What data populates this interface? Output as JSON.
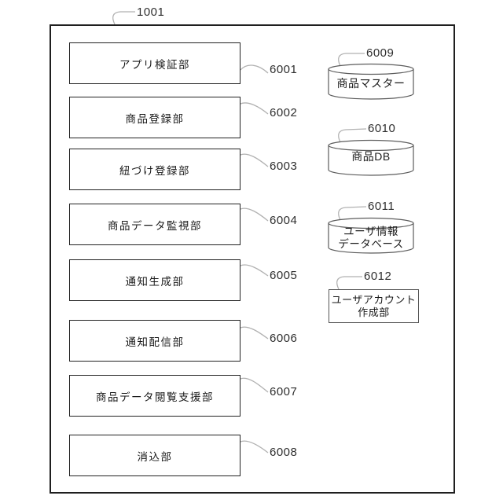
{
  "figure": {
    "outer_ref": "1001",
    "modules": [
      {
        "ref": "6001",
        "label": "アプリ検証部"
      },
      {
        "ref": "6002",
        "label": "商品登録部"
      },
      {
        "ref": "6003",
        "label": "紐づけ登録部"
      },
      {
        "ref": "6004",
        "label": "商品データ監視部"
      },
      {
        "ref": "6005",
        "label": "通知生成部"
      },
      {
        "ref": "6006",
        "label": "通知配信部"
      },
      {
        "ref": "6007",
        "label": "商品データ閲覧支援部"
      },
      {
        "ref": "6008",
        "label": "消込部"
      }
    ],
    "datastores": [
      {
        "ref": "6009",
        "label": "商品マスター",
        "shape": "cylinder"
      },
      {
        "ref": "6010",
        "label": "商品DB",
        "shape": "cylinder"
      },
      {
        "ref": "6011",
        "label_line1": "ユーザ情報",
        "label_line2": "データベース",
        "shape": "cylinder"
      },
      {
        "ref": "6012",
        "label_line1": "ユーザアカウント",
        "label_line2": "作成部",
        "shape": "rect"
      }
    ],
    "line_color": "#1f1f1f",
    "leader_color": "#b1b1b1"
  }
}
